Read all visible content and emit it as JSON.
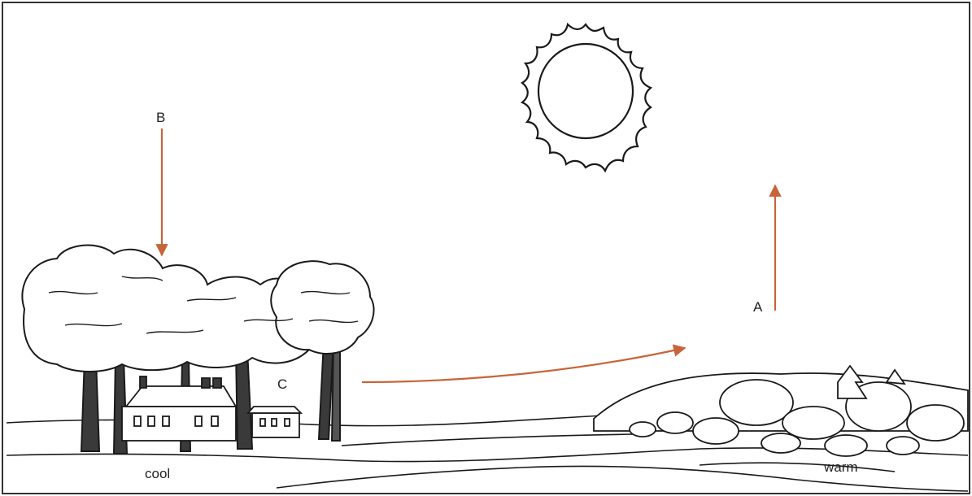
{
  "labels": {
    "a": "A",
    "b": "B",
    "c": "C",
    "cool": "cool",
    "warm": "warm"
  },
  "colors": {
    "arrow": "#c8643a",
    "ink": "#1a1a1a",
    "frame": "#333333"
  },
  "icons": [
    "sun-icon",
    "tree-icon",
    "house-icon",
    "boulder-icon"
  ]
}
